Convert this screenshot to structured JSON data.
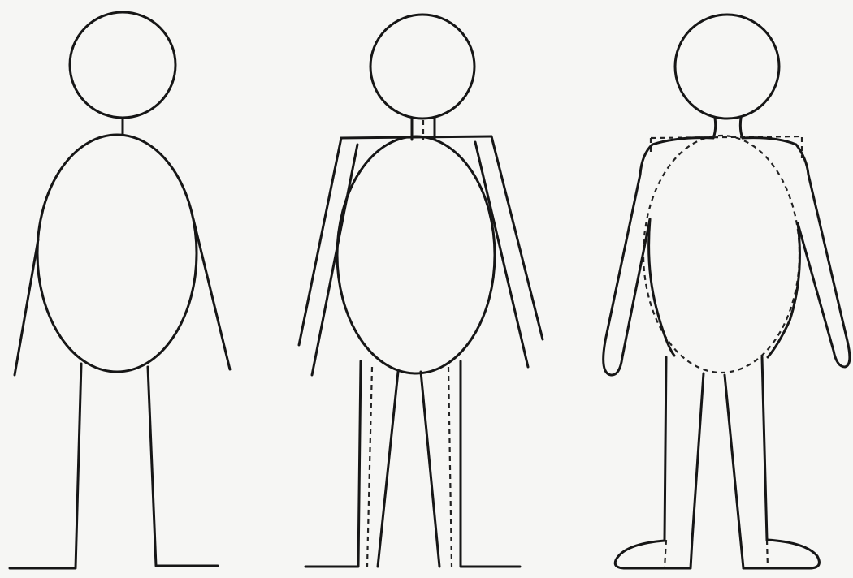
{
  "diagram": {
    "figures": [
      {
        "stage": 1,
        "description_visible": false
      },
      {
        "stage": 2,
        "description_visible": false
      },
      {
        "stage": 3,
        "description_visible": false
      }
    ],
    "colors": {
      "background": "#f6f6f4",
      "ink": "#161616"
    }
  }
}
